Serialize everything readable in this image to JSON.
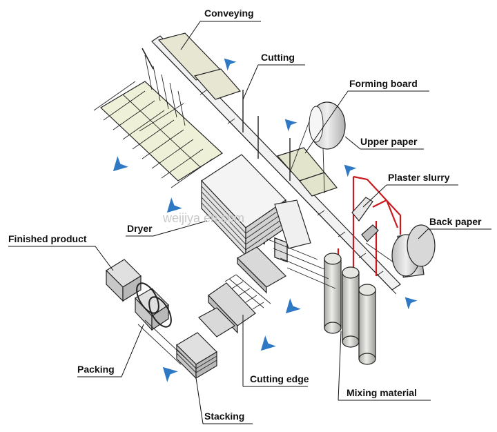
{
  "labels": {
    "conveying": "Conveying",
    "cutting": "Cutting",
    "forming_board": "Forming board",
    "upper_paper": "Upper paper",
    "plaster_slurry": "Plaster slurry",
    "back_paper": "Back paper",
    "dryer": "Dryer",
    "finished_product": "Finished product",
    "packing": "Packing",
    "cutting_edge": "Cutting edge",
    "mixing_material": "Mixing material",
    "stacking": "Stacking"
  },
  "watermark": "weijiya.en.com",
  "colors": {
    "arrow": "#2f78c4",
    "slurry_pipe": "#c8191e",
    "board": "#ecedd8",
    "machine": "#cfcfcf",
    "tank": "#d9d9d6"
  }
}
